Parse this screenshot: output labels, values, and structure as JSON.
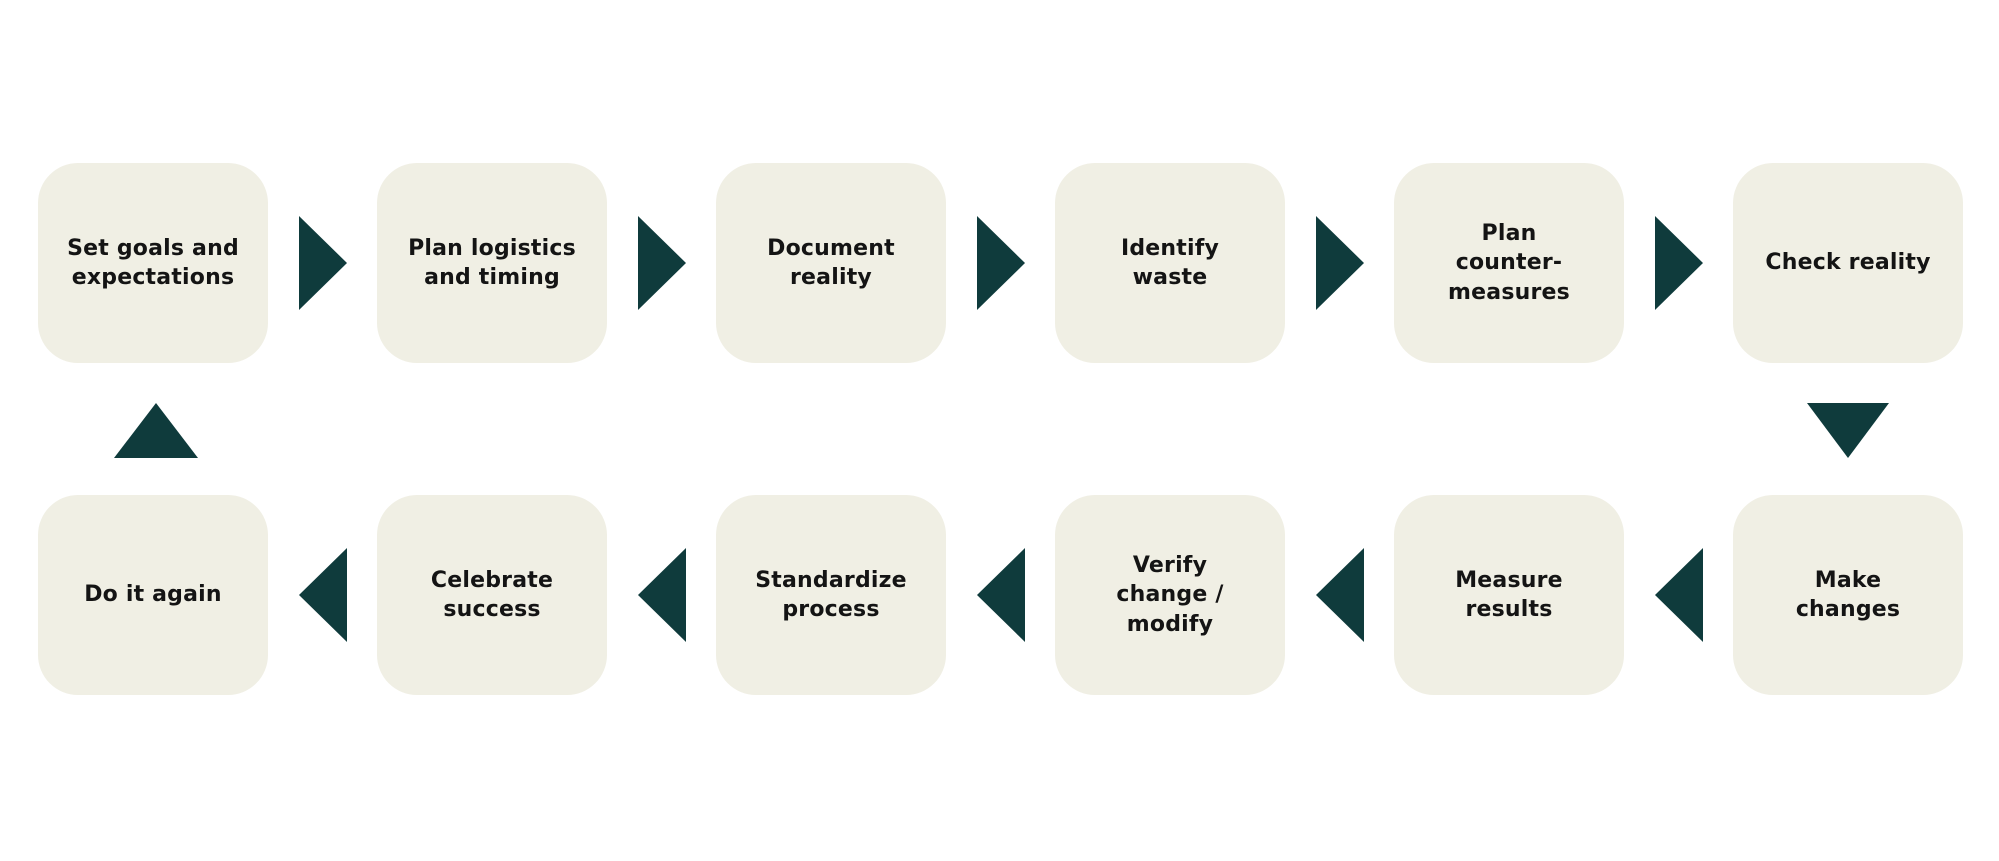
{
  "palette": {
    "background": "#FFFFFF",
    "box_fill": "#F0EFE4",
    "arrow": "#0F3B3C",
    "text": "#141414"
  },
  "diagram": {
    "top_row": [
      {
        "label": "Set goals and\nexpectations"
      },
      {
        "label": "Plan logistics\nand timing"
      },
      {
        "label": "Document\nreality"
      },
      {
        "label": "Identify\nwaste"
      },
      {
        "label": "Plan\ncounter-\nmeasures"
      },
      {
        "label": "Check reality"
      }
    ],
    "bottom_row": [
      {
        "label": "Do it again"
      },
      {
        "label": "Celebrate\nsuccess"
      },
      {
        "label": "Standardize\nprocess"
      },
      {
        "label": "Verify\nchange /\nmodify"
      },
      {
        "label": "Measure\nresults"
      },
      {
        "label": "Make\nchanges"
      }
    ]
  }
}
